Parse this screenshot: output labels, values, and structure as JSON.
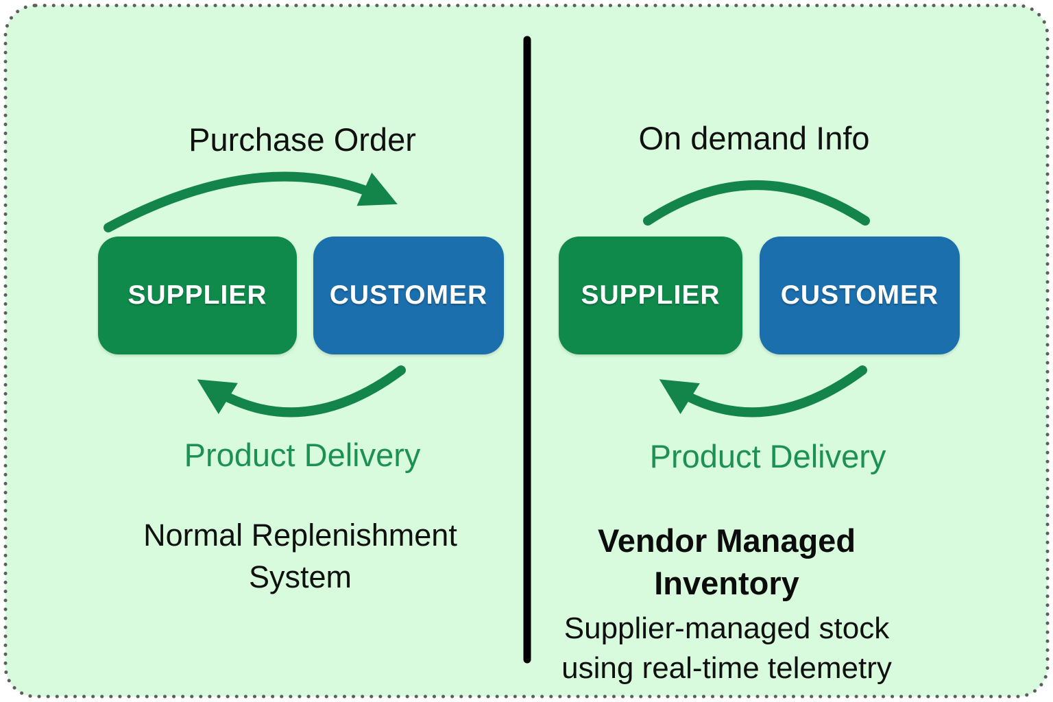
{
  "page": {
    "title": "Normal Replenishment vs Vendor Managed Inventory diagram"
  },
  "colors": {
    "panel_bg": "#d7fbdc",
    "frame_dots": "#5e5e5e",
    "supplier_green": "#0f8a4b",
    "customer_blue": "#1b6fad",
    "arrow_green": "#13854a",
    "delivery_green": "#1d9153",
    "divider_black": "#000000",
    "text_black": "#101010",
    "box_text_white": "#ffffff"
  },
  "left": {
    "top_flow_label": "Purchase Order",
    "supplier_label": "SUPPLIER",
    "customer_label": "CUSTOMER",
    "bottom_flow_label": "Product Delivery",
    "title_line1": "Normal Replenishment",
    "title_line2": "System"
  },
  "right": {
    "top_flow_label": "On demand Info",
    "supplier_label": "SUPPLIER",
    "customer_label": "CUSTOMER",
    "bottom_flow_label": "Product Delivery",
    "title_line1": "Vendor Managed",
    "title_line2": "Inventory",
    "subtitle_line1": "Supplier-managed stock",
    "subtitle_line2": "using real-time telemetry"
  }
}
